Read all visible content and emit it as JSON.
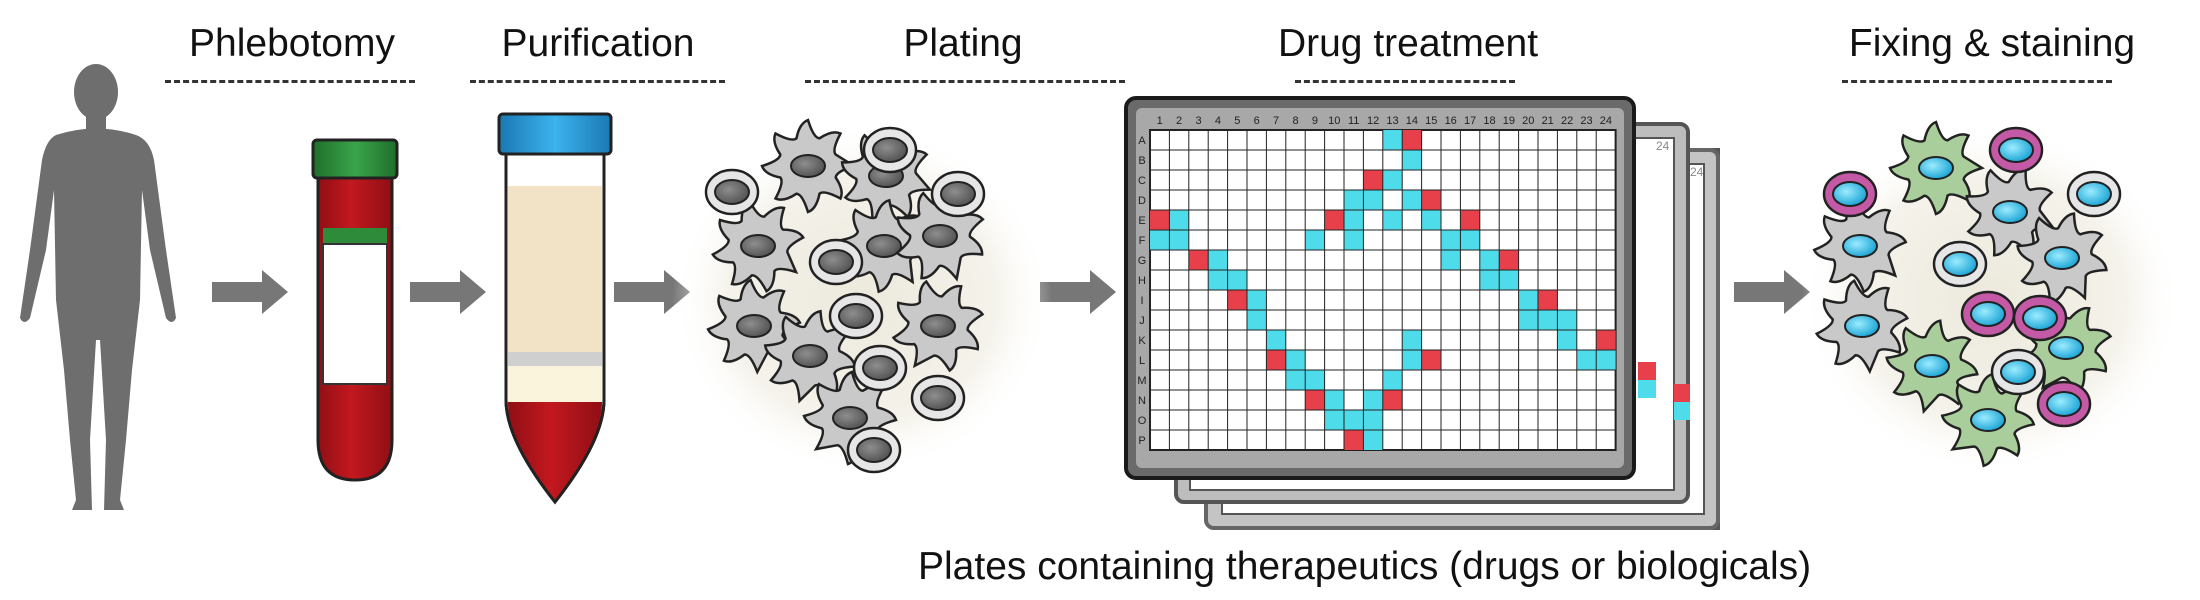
{
  "steps": {
    "phlebotomy": "Phlebotomy",
    "purification": "Purification",
    "plating": "Plating",
    "drug_treatment": "Drug treatment",
    "fixing_staining": "Fixing & staining"
  },
  "caption": "Plates containing therapeutics (drugs or biologicals)",
  "plate": {
    "rows": [
      "A",
      "B",
      "C",
      "D",
      "E",
      "F",
      "G",
      "H",
      "I",
      "J",
      "K",
      "L",
      "M",
      "N",
      "O",
      "P"
    ],
    "columns": [
      "1",
      "2",
      "3",
      "4",
      "5",
      "6",
      "7",
      "8",
      "9",
      "10",
      "11",
      "12",
      "13",
      "14",
      "15",
      "16",
      "17",
      "18",
      "19",
      "20",
      "21",
      "22",
      "23",
      "24"
    ],
    "back_plate_label": "24",
    "red_wells": [
      [
        "A",
        14
      ],
      [
        "C",
        12
      ],
      [
        "D",
        15
      ],
      [
        "E",
        1
      ],
      [
        "E",
        10
      ],
      [
        "E",
        17
      ],
      [
        "G",
        3
      ],
      [
        "G",
        19
      ],
      [
        "I",
        5
      ],
      [
        "I",
        21
      ],
      [
        "K",
        24
      ],
      [
        "L",
        7
      ],
      [
        "L",
        15
      ],
      [
        "N",
        9
      ],
      [
        "N",
        13
      ],
      [
        "P",
        11
      ]
    ],
    "cyan_wells": [
      [
        "A",
        13
      ],
      [
        "B",
        14
      ],
      [
        "C",
        13
      ],
      [
        "D",
        12
      ],
      [
        "D",
        14
      ],
      [
        "E",
        13
      ],
      [
        "E",
        15
      ],
      [
        "E",
        2
      ],
      [
        "F",
        1
      ],
      [
        "F",
        2
      ],
      [
        "E",
        11
      ],
      [
        "F",
        11
      ],
      [
        "F",
        9
      ],
      [
        "D",
        11
      ],
      [
        "F",
        16
      ],
      [
        "F",
        17
      ],
      [
        "G",
        16
      ],
      [
        "G",
        18
      ],
      [
        "H",
        18
      ],
      [
        "H",
        19
      ],
      [
        "H",
        4
      ],
      [
        "H",
        5
      ],
      [
        "G",
        4
      ],
      [
        "I",
        6
      ],
      [
        "J",
        6
      ],
      [
        "J",
        20
      ],
      [
        "J",
        21
      ],
      [
        "I",
        20
      ],
      [
        "K",
        22
      ],
      [
        "L",
        23
      ],
      [
        "L",
        24
      ],
      [
        "J",
        22
      ],
      [
        "K",
        7
      ],
      [
        "L",
        8
      ],
      [
        "M",
        8
      ],
      [
        "M",
        9
      ],
      [
        "K",
        14
      ],
      [
        "L",
        14
      ],
      [
        "M",
        13
      ],
      [
        "N",
        12
      ],
      [
        "N",
        10
      ],
      [
        "O",
        10
      ],
      [
        "O",
        12
      ],
      [
        "P",
        12
      ],
      [
        "O",
        11
      ]
    ]
  },
  "colors": {
    "silhouette": "#6e6e6e",
    "arrow": "#777777",
    "blood": "#b0161c",
    "tube_cap_green": "#2e8b3a",
    "tube_cap_blue": "#2a9ad8",
    "plasma": "#f2e2c6",
    "cell_gray": "#c9c9c9",
    "cell_green": "#a9cd9b",
    "nucleus_cyan": "#3cc6ec",
    "ring_magenta": "#c45aa6",
    "well_red": "#e8404a",
    "well_cyan": "#4fdcea"
  },
  "icons": [
    "human-silhouette-icon",
    "arrow-right-icon",
    "blood-tube-icon",
    "conical-tube-icon",
    "cell-icon",
    "well-plate-icon"
  ]
}
